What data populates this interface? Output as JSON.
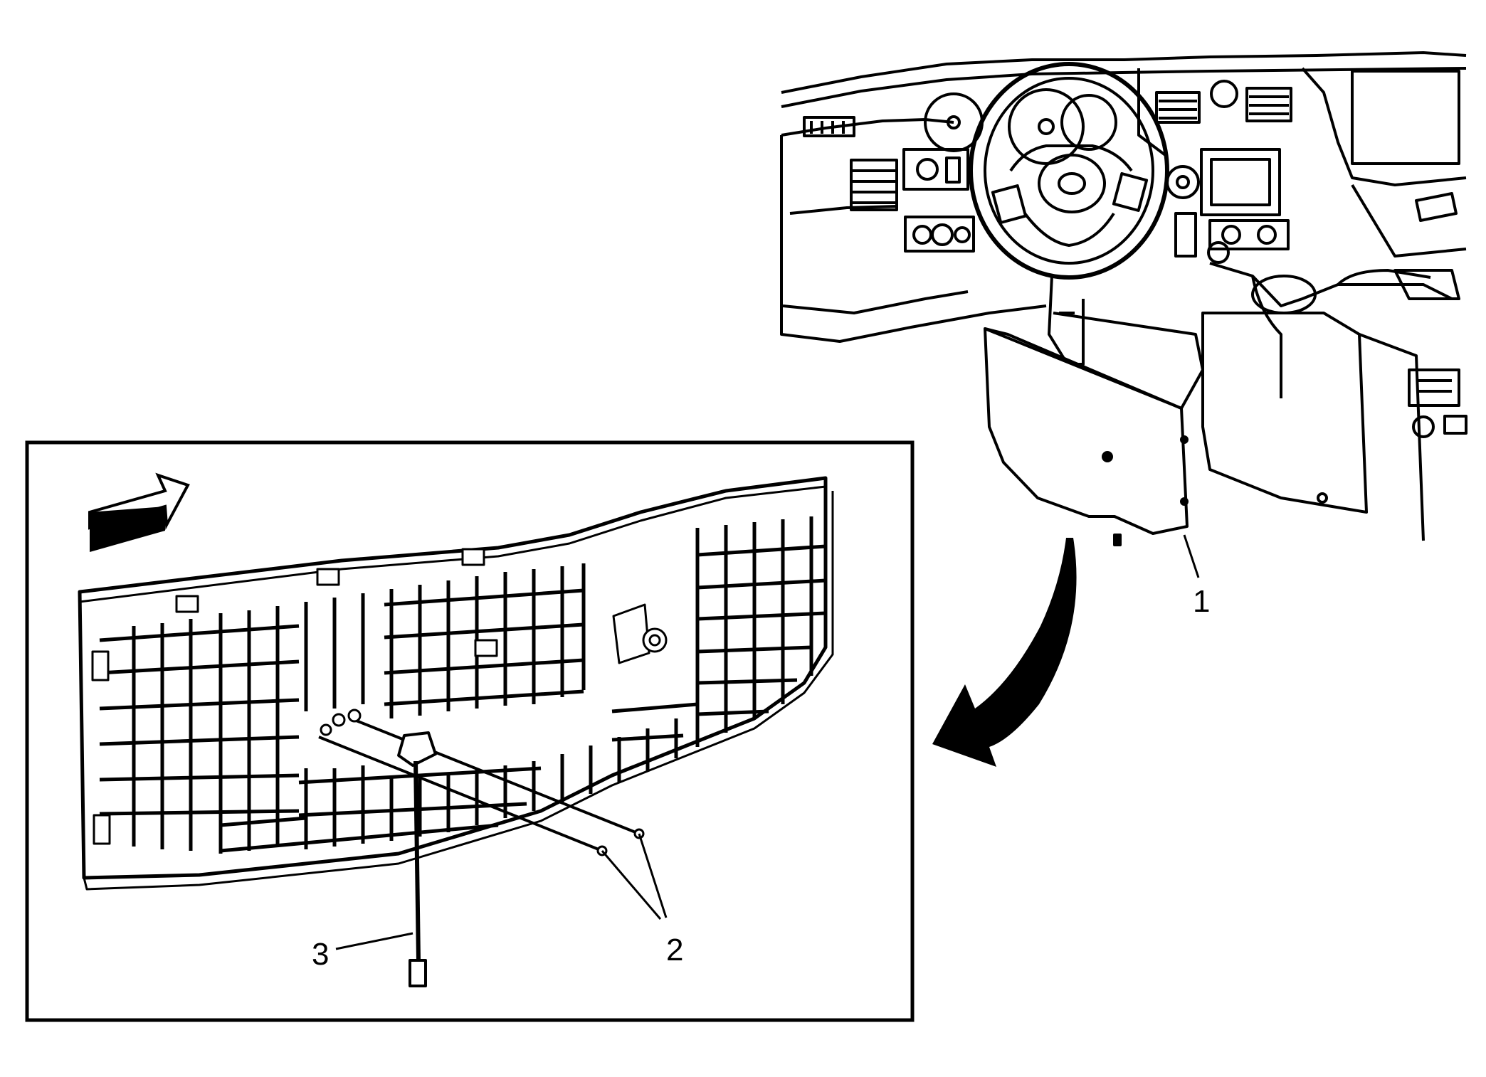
{
  "callouts": {
    "c1": "1",
    "c2": "2",
    "c3": "3"
  },
  "icons": {
    "direction_arrow": "forward-arrow-icon",
    "swing_arrow": "curved-arrow-icon"
  },
  "colors": {
    "line": "#000000",
    "background": "#ffffff"
  }
}
